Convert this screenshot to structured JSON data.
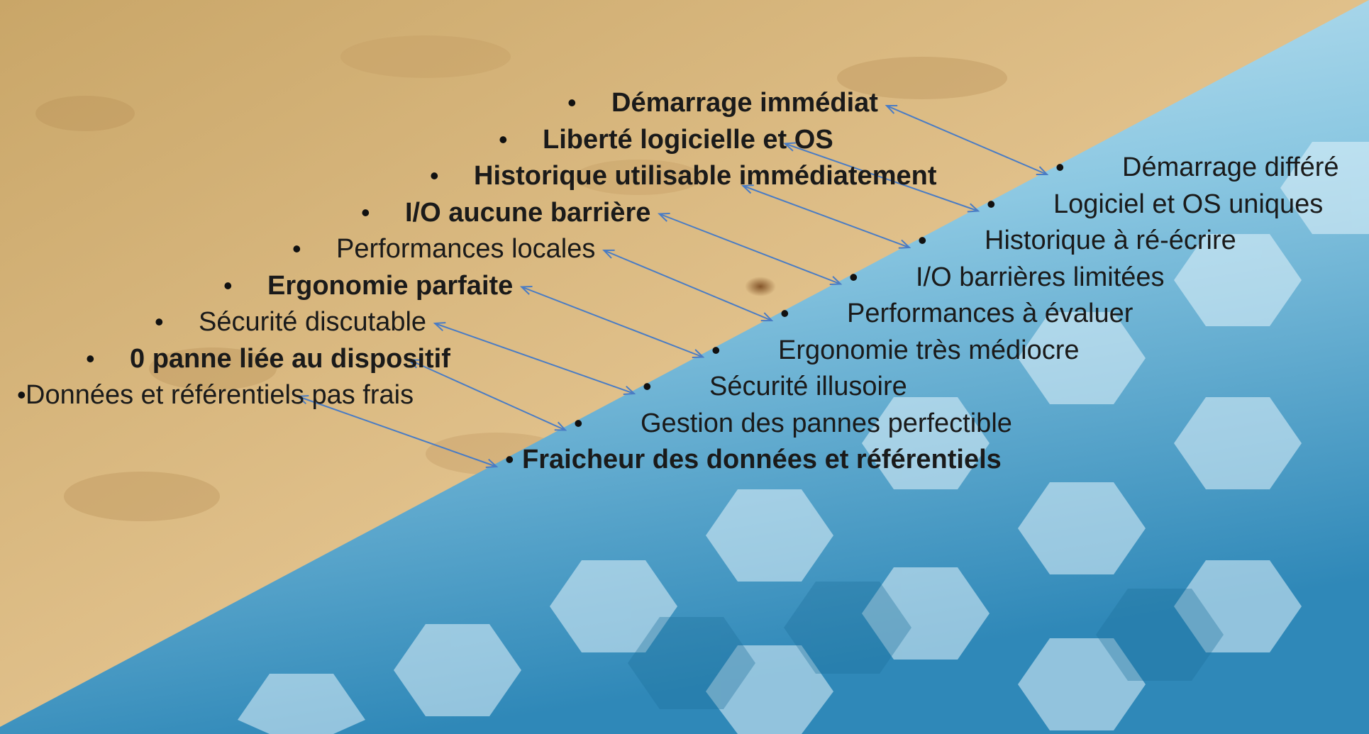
{
  "left_list": [
    {
      "text": "Démarrage immédiat",
      "bold": true
    },
    {
      "text": "Liberté logicielle et OS",
      "bold": true
    },
    {
      "text": "Historique utilisable immédiatement",
      "bold": true
    },
    {
      "text": "I/O aucune barrière",
      "bold": true
    },
    {
      "text": "Performances locales",
      "bold": false
    },
    {
      "text": "Ergonomie parfaite",
      "bold": true
    },
    {
      "text": "Sécurité discutable",
      "bold": false
    },
    {
      "text": "0 panne liée au dispositif",
      "bold": true
    },
    {
      "text": "Données et référentiels pas frais",
      "bold": false
    }
  ],
  "right_list": [
    {
      "text": "Démarrage différé",
      "bold": false
    },
    {
      "text": "Logiciel et OS uniques",
      "bold": false
    },
    {
      "text": "Historique à ré-écrire",
      "bold": false
    },
    {
      "text": "I/O barrières limitées",
      "bold": false
    },
    {
      "text": "Performances à évaluer",
      "bold": false
    },
    {
      "text": "Ergonomie très médiocre",
      "bold": false
    },
    {
      "text": "Sécurité illusoire",
      "bold": false
    },
    {
      "text": "Gestion des pannes perfectible",
      "bold": false
    },
    {
      "text": "Fraicheur des données et référentiels",
      "bold": true
    }
  ],
  "bullet_glyph": "•",
  "colors": {
    "sand": "#d9b77c",
    "sand_dark": "#b8925a",
    "blue_light": "#bfe3f2",
    "blue_mid": "#6fb9d8",
    "blue_dark": "#1d76a6",
    "arrow": "#4a7cc4"
  }
}
